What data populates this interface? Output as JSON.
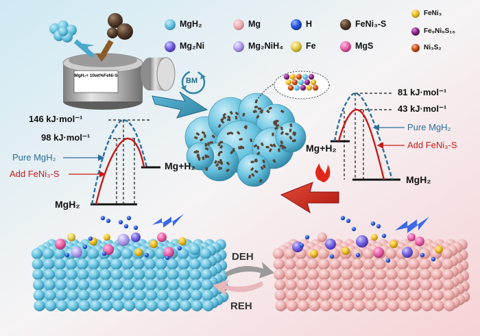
{
  "legend": [
    {
      "id": "mgh2",
      "label": "MgH₂",
      "color": "#69c3e0"
    },
    {
      "id": "mg",
      "label": "Mg",
      "color": "#f0b3b3"
    },
    {
      "id": "h",
      "label": "H",
      "color": "#2a5ae6"
    },
    {
      "id": "fenis",
      "label": "FeNi₃-S",
      "color": "#5a4232"
    },
    {
      "id": "feni3",
      "label": "FeNi₃",
      "color": "#f2c02a"
    },
    {
      "id": "mg2ni",
      "label": "Mg₂Ni",
      "color": "#7a68e6"
    },
    {
      "id": "mg2nih4",
      "label": "Mg₂NiH₄",
      "color": "#b8a6ee"
    },
    {
      "id": "fe",
      "label": "Fe",
      "color": "#e8d256"
    },
    {
      "id": "mgs",
      "label": "MgS",
      "color": "#f06ab0"
    },
    {
      "id": "fe9ni9s16",
      "label": "Fe₉Ni₉S₁₆",
      "color": "#8a2a8a"
    },
    {
      "id": "ni3s2",
      "label": "Ni₃S₂",
      "color": "#d0541c"
    }
  ],
  "jar": {
    "lid_label": "MgH₂+ 10wt%FeNi-S"
  },
  "ball_mill": {
    "label": "BM"
  },
  "left_profile": {
    "energy_high": "146 kJ·mol⁻¹",
    "energy_low": "98 kJ·mol⁻¹",
    "curve_pure": "Pure MgH₂",
    "curve_add": "Add FeNi₃-S",
    "state_left": "MgH₂",
    "state_right": "Mg+H₂"
  },
  "right_profile": {
    "energy_high": "81 kJ·mol⁻¹",
    "energy_low": "43 kJ·mol⁻¹",
    "curve_pure": "Pure MgH₂",
    "curve_add": "Add FeNi₃-S",
    "state_left": "Mg+H₂",
    "state_right": "MgH₂"
  },
  "process": {
    "dehydrogenation": "DEH",
    "rehydrogenation": "REH"
  },
  "colors": {
    "pure_curve": "#2a6e9a",
    "add_curve": "#c81818",
    "slab_blue": "#69c3e0",
    "slab_pink": "#eeb1b1"
  }
}
